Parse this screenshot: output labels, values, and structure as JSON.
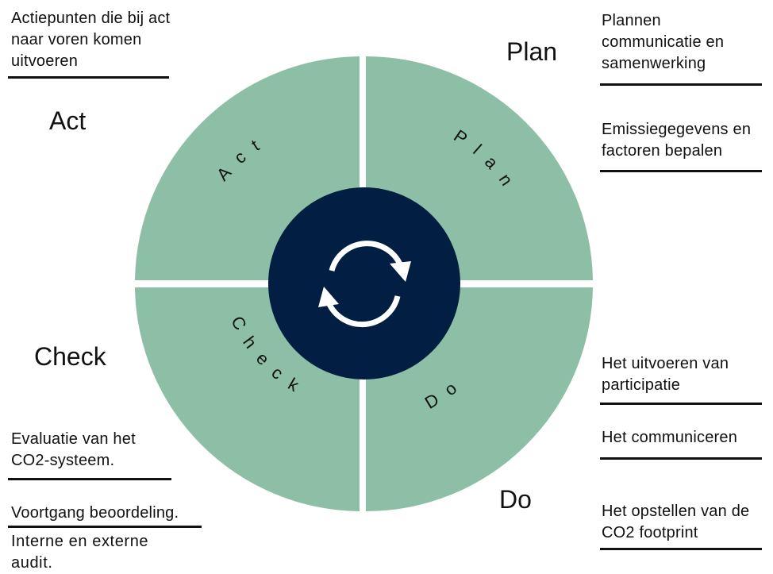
{
  "colors": {
    "segment": "#8cbfa5",
    "center": "#021e42",
    "arrows": "#ffffff",
    "text": "#111111"
  },
  "center_icon": "refresh-cycle-icon",
  "segments": {
    "plan": "Plan",
    "do": "Do",
    "check": "Check",
    "act": "Act"
  },
  "headings": {
    "plan": "Plan",
    "do": "Do",
    "check": "Check",
    "act": "Act"
  },
  "notes": {
    "act": [
      "Actiepunten die bij act naar voren komen uitvoeren"
    ],
    "plan": [
      "Plannen communicatie en samenwerking",
      "Emissiegegevens en factoren bepalen"
    ],
    "do": [
      "Het uitvoeren van participatie",
      "Het communiceren",
      "Het opstellen van de CO2 footprint"
    ],
    "check": [
      "Evaluatie van het CO2-systeem.",
      "Voortgang beoordeling.",
      "Interne en externe audit."
    ]
  }
}
